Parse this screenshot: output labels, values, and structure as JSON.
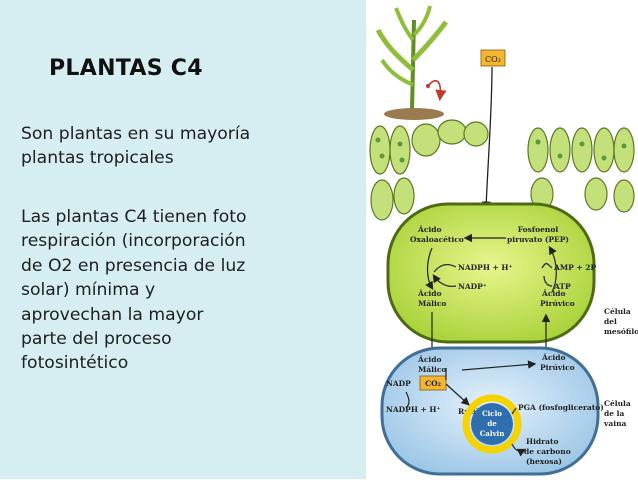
{
  "slide": {
    "title": "PLANTAS C4",
    "paragraph1": [
      "Son plantas en su mayoría",
      "plantas tropicales"
    ],
    "paragraph2": [
      "Las plantas C4 tienen foto",
      "respiración (incorporación",
      "de O2 en presencia de luz",
      "solar) mínima y",
      "aprovechan la mayor",
      "parte del proceso",
      "fotosintético"
    ]
  },
  "diagram": {
    "co2": "CO₂",
    "co2_inner": "CO₂",
    "mesophyll": {
      "acido_oxaloacetico": [
        "Ácido",
        "Oxaloacético"
      ],
      "fosfoenol": [
        "Fosfoenol",
        "piruvato (PEP)"
      ],
      "nadph_h": "NADPH + H⁺",
      "nadp": "NADP⁺",
      "amp": "AMP + 2P",
      "atp": "ATP",
      "acido_malico": [
        "Ácido",
        "Málico"
      ],
      "acido_piruvico": [
        "Ácido",
        "Pirúvico"
      ],
      "label": [
        "Célula",
        "del",
        "mesófilo"
      ]
    },
    "bundle": {
      "acido_malico": [
        "Ácido",
        "Málico"
      ],
      "acido_piruvico": [
        "Ácido",
        "Pirúvico"
      ],
      "nadp": "NADP",
      "nadph_h": "NADPH + H⁺",
      "rubp": "RuBP",
      "ciclo": [
        "Ciclo",
        "de",
        "Calvin"
      ],
      "pga": "PGA (fosfoglicerato)",
      "hidrato": [
        "Hidrato",
        "de carbono",
        "(hexosa)"
      ],
      "label": [
        "Célula",
        "de la",
        "vaina"
      ]
    },
    "colors": {
      "panel_bg": "#d6eef2",
      "mesophyll_fill": "#c9e64a",
      "bundle_fill": "#bcd9ee",
      "co2_box": "#f2b632",
      "calvin_ring": "#f5d300",
      "plant_green": "#8fbf3a"
    }
  }
}
